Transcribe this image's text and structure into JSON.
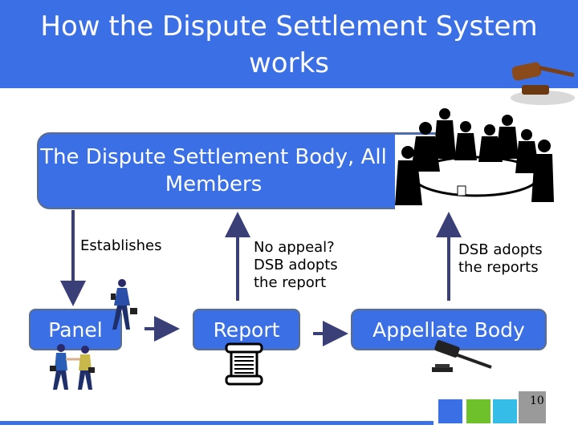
{
  "title": "How the Dispute Settlement System works",
  "boxes": {
    "dsb": "The Dispute Settlement Body, All Members",
    "panel": "Panel",
    "report": "Report",
    "appellate": "Appellate Body"
  },
  "labels": {
    "establishes": "Establishes",
    "no_appeal": [
      "No appeal?",
      "DSB adopts",
      "the report"
    ],
    "dsb_adopts": [
      "DSB adopts",
      "the reports"
    ]
  },
  "page_number": "10",
  "icons": [
    "gavel-icon",
    "meeting-people-icon",
    "businessman-icon",
    "handshake-people-icon",
    "scroll-icon",
    "gavel-icon"
  ],
  "colors": {
    "accent": "#3a6fe6",
    "square_green": "#6ec12b",
    "square_cyan": "#35bde8",
    "square_gray": "#9a9a9a"
  }
}
